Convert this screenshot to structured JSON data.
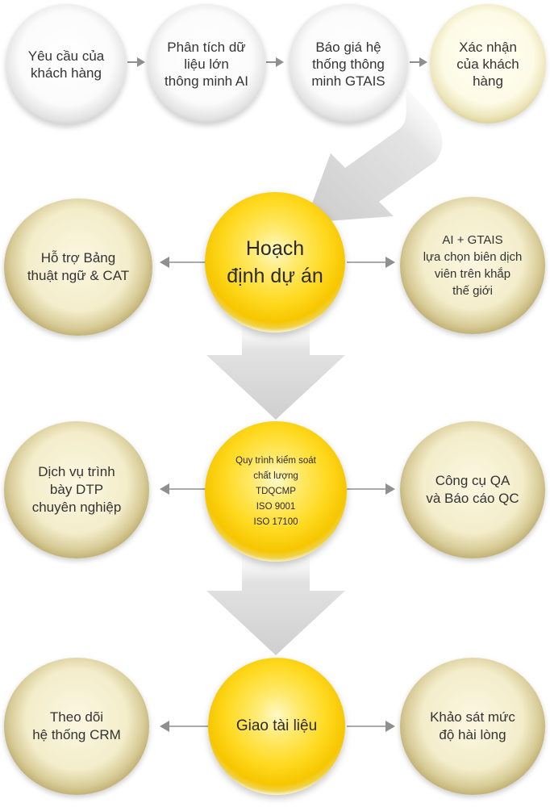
{
  "diagram": {
    "row1": [
      {
        "lines": [
          "Yêu cầu của",
          "khách hàng"
        ]
      },
      {
        "lines": [
          "Phân tích dữ",
          "liệu lớn",
          "thông minh AI"
        ]
      },
      {
        "lines": [
          "Báo giá hệ",
          "thống thông",
          "minh GTAIS"
        ]
      },
      {
        "lines": [
          "Xác nhận",
          "của khách",
          "hàng"
        ]
      }
    ],
    "planning": {
      "center": {
        "lines": [
          "Hoạch",
          "định dự án"
        ]
      },
      "left": {
        "lines": [
          "Hỗ trợ Bảng",
          "thuật ngữ & CAT"
        ]
      },
      "right": {
        "lines": [
          "AI + GTAIS",
          "lựa chọn biên dịch",
          "viên trên khắp",
          "thế giới"
        ]
      }
    },
    "quality": {
      "center": {
        "lines": [
          "Quy trình kiểm soát",
          "chất lượng",
          "TDQCMP",
          "ISO 9001",
          "ISO 17100"
        ]
      },
      "left": {
        "lines": [
          "Dịch vụ trình",
          "bày DTP",
          "chuyên nghiệp"
        ]
      },
      "right": {
        "lines": [
          "Công cụ QA",
          "và Báo cáo QC"
        ]
      }
    },
    "delivery": {
      "center": {
        "lines": [
          "Giao tài liệu"
        ]
      },
      "left": {
        "lines": [
          "Theo dõi",
          "hệ thống CRM"
        ]
      },
      "right": {
        "lines": [
          "Khảo sát mức",
          "độ hài lòng"
        ]
      }
    },
    "colors": {
      "gold": "#ffd91f",
      "olive": "#b7a666",
      "grey": "#c9c9c9",
      "arrow": "#8f8f8f"
    }
  }
}
